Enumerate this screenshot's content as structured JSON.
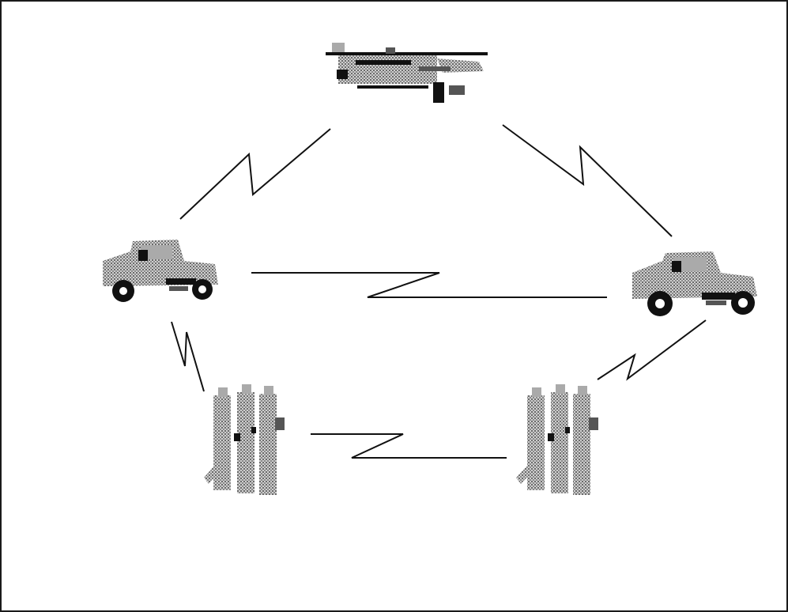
{
  "diagram": {
    "nodes": [
      {
        "id": "helicopter",
        "type": "helicopter-icon"
      },
      {
        "id": "vehicle-left",
        "type": "humvee-icon"
      },
      {
        "id": "vehicle-right",
        "type": "humvee-icon"
      },
      {
        "id": "soldiers-left",
        "type": "soldiers-icon"
      },
      {
        "id": "soldiers-right",
        "type": "soldiers-icon"
      }
    ],
    "links": [
      {
        "from": "helicopter",
        "to": "vehicle-left",
        "style": "radio-zigzag"
      },
      {
        "from": "helicopter",
        "to": "vehicle-right",
        "style": "radio-zigzag"
      },
      {
        "from": "vehicle-left",
        "to": "vehicle-right",
        "style": "radio-zigzag"
      },
      {
        "from": "vehicle-left",
        "to": "soldiers-left",
        "style": "radio-zigzag"
      },
      {
        "from": "vehicle-right",
        "to": "soldiers-right",
        "style": "radio-zigzag"
      },
      {
        "from": "soldiers-left",
        "to": "soldiers-right",
        "style": "radio-zigzag"
      }
    ],
    "colors": {
      "line": "#111111",
      "background": "#ffffff",
      "border": "#1a1a1a"
    }
  }
}
